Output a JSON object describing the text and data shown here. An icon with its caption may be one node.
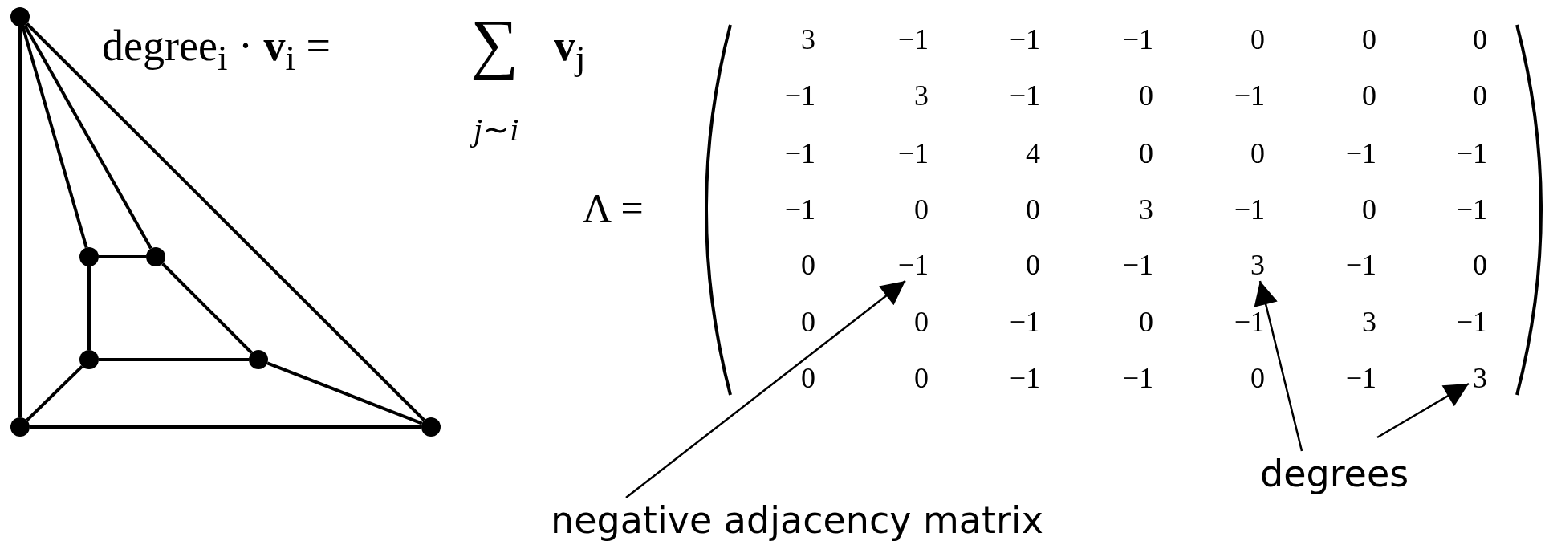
{
  "diagram": {
    "nodes": [
      {
        "text": [],
        "shape": "circle"
      },
      {
        "text": [],
        "shape": "circle"
      },
      {
        "text": [],
        "shape": "circle"
      },
      {
        "text": [],
        "shape": "circle"
      },
      {
        "text": [],
        "shape": "circle"
      },
      {
        "text": [],
        "shape": "circle"
      },
      {
        "text": [],
        "shape": "circle"
      },
      {
        "text": [
          "−1"
        ]
      },
      {
        "text": [
          "3"
        ]
      },
      {
        "text": [
          "3"
        ]
      },
      {
        "text": [
          "negative adjacency matrix"
        ]
      },
      {
        "text": [
          "degrees"
        ]
      }
    ],
    "edges": [
      {
        "from": 0,
        "to": 1,
        "arrow": "none"
      },
      {
        "from": 0,
        "to": 2,
        "arrow": "none"
      },
      {
        "from": 0,
        "to": 6,
        "arrow": "none"
      },
      {
        "from": 0,
        "to": 5,
        "arrow": "none"
      },
      {
        "from": 1,
        "to": 2,
        "arrow": "none"
      },
      {
        "from": 1,
        "to": 3,
        "arrow": "none"
      },
      {
        "from": 2,
        "to": 4,
        "arrow": "none"
      },
      {
        "from": 3,
        "to": 4,
        "arrow": "none"
      },
      {
        "from": 3,
        "to": 5,
        "arrow": "none"
      },
      {
        "from": 4,
        "to": 6,
        "arrow": "none"
      },
      {
        "from": 5,
        "to": 6,
        "arrow": "none"
      },
      {
        "from": 10,
        "to": 7,
        "arrow": "to"
      },
      {
        "from": 11,
        "to": 8,
        "arrow": "to"
      },
      {
        "from": 11,
        "to": 9,
        "arrow": "to"
      }
    ],
    "labels": [
      "degree$_{i}$ · **v**$_{i}$ =",
      "∑",
      "*j*∼*i*",
      "**v**$_{j}$",
      "Λ =",
      "3",
      "−1",
      "−1",
      "−1",
      "0",
      "0",
      "0",
      "−1",
      "3",
      "−1",
      "0",
      "−1",
      "0",
      "0",
      "−1",
      "−1",
      "4",
      "0",
      "0",
      "−1",
      "−1",
      "−1",
      "0",
      "0",
      "3",
      "−1",
      "0",
      "−1",
      "0",
      "0",
      "−1",
      "−1",
      "0",
      "0",
      "0",
      "−1",
      "0",
      "−1",
      "3",
      "−1",
      "0",
      "0",
      "−1",
      "−1",
      "0",
      "−1"
    ]
  }
}
